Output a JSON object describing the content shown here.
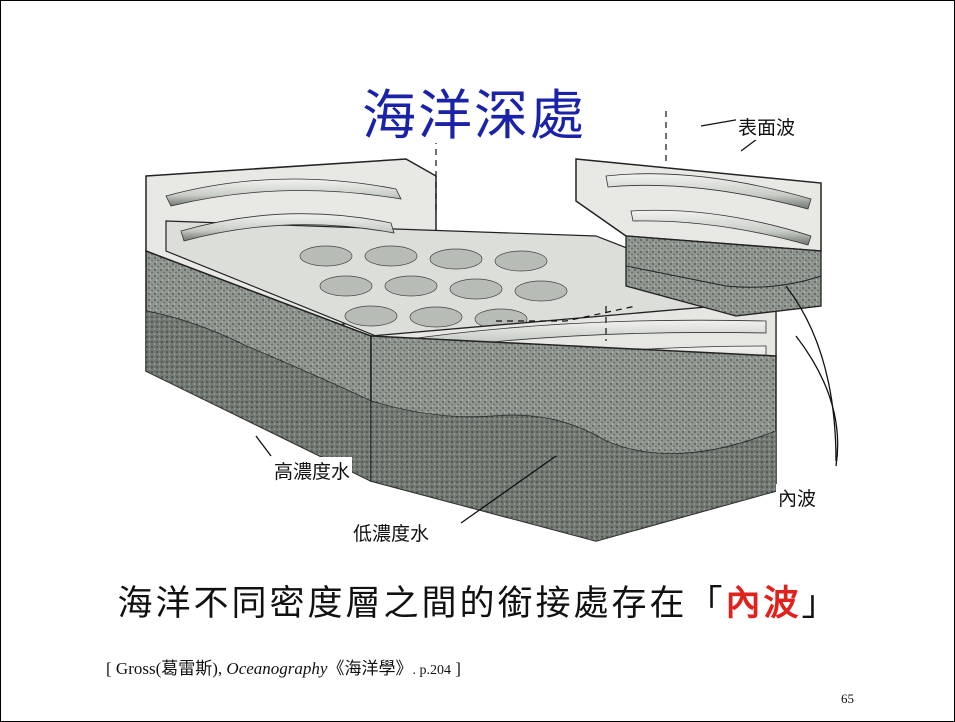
{
  "slide": {
    "title": "海洋深處",
    "labels": {
      "surface_wave": "表面波",
      "high_density": "高濃度水",
      "low_density": "低濃度水",
      "internal_wave": "內波"
    },
    "caption": {
      "before": "海洋不同密度層之間的銜接處存在",
      "open_bracket": "「",
      "highlight": "內波",
      "close_bracket": "」"
    },
    "citation": {
      "open": "[ ",
      "author": "Gross(葛雷斯), ",
      "book": "Oceanography",
      "book_cn": "《海洋學》",
      "page": ". p.204",
      "close": " ]"
    },
    "page_number": "65"
  },
  "colors": {
    "title": "#1a22a8",
    "highlight": "#e0211c"
  }
}
